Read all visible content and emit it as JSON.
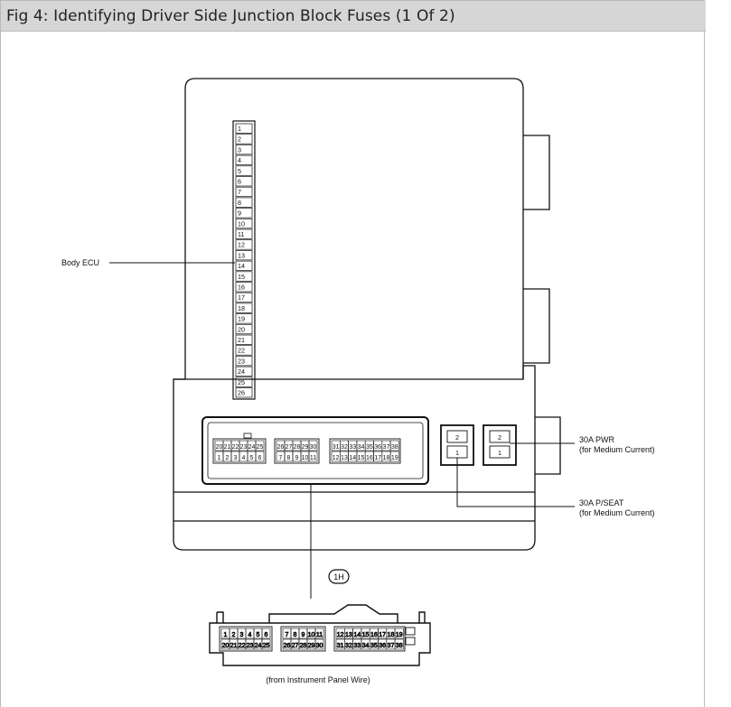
{
  "figure": {
    "title": "Fig 4: Identifying Driver Side Junction Block Fuses (1 Of 2)"
  },
  "labels": {
    "body_ecu": "Body ECU",
    "fuse_pwr_line1": "30A PWR",
    "fuse_pwr_line2": "(for Medium Current)",
    "fuse_pseat_line1": "30A P/SEAT",
    "fuse_pseat_line2": "(for Medium Current)",
    "connector_id": "1H",
    "connector_caption": "(from Instrument Panel Wire)"
  },
  "body_ecu_pins": [
    "1",
    "2",
    "3",
    "4",
    "5",
    "6",
    "7",
    "8",
    "9",
    "10",
    "11",
    "12",
    "13",
    "14",
    "15",
    "16",
    "17",
    "18",
    "19",
    "20",
    "21",
    "22",
    "23",
    "24",
    "25",
    "26"
  ],
  "fuse_slots": {
    "pwr": [
      "2",
      "1"
    ],
    "pseat": [
      "2",
      "1"
    ]
  },
  "junction_connector": {
    "group_a_top": [
      "20",
      "21",
      "22",
      "23",
      "24",
      "25"
    ],
    "group_a_bottom": [
      "1",
      "2",
      "3",
      "4",
      "5",
      "6"
    ],
    "group_b_top": [
      "26",
      "27",
      "28",
      "29",
      "30"
    ],
    "group_b_bottom": [
      "7",
      "8",
      "9",
      "10",
      "11"
    ],
    "group_c_top": [
      "31",
      "32",
      "33",
      "34",
      "35",
      "36",
      "37",
      "38"
    ],
    "group_c_bottom": [
      "12",
      "13",
      "14",
      "15",
      "16",
      "17",
      "18",
      "19"
    ]
  },
  "wire_connector": {
    "group_a_top": [
      "1",
      "2",
      "3",
      "4",
      "5",
      "6"
    ],
    "group_a_bottom": [
      "20",
      "21",
      "22",
      "23",
      "24",
      "25"
    ],
    "group_b_top": [
      "7",
      "8",
      "9",
      "10",
      "11"
    ],
    "group_b_bottom": [
      "26",
      "27",
      "28",
      "29",
      "30"
    ],
    "group_c_top": [
      "12",
      "13",
      "14",
      "15",
      "16",
      "17",
      "18",
      "19"
    ],
    "group_c_bottom": [
      "31",
      "32",
      "33",
      "34",
      "35",
      "36",
      "37",
      "38"
    ]
  }
}
